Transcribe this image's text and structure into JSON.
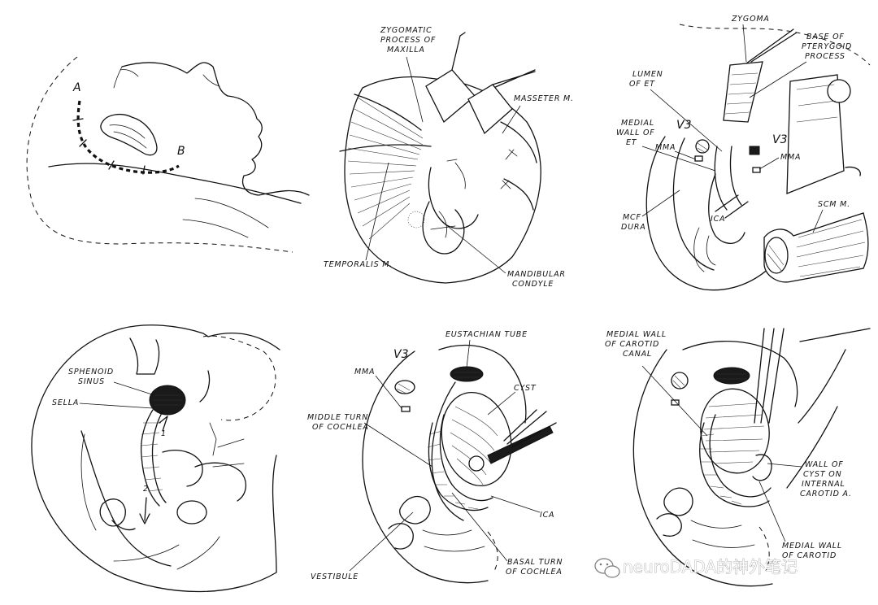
{
  "panels": [
    {
      "id": "p1",
      "labels": {
        "a": "A",
        "b": "B"
      }
    },
    {
      "id": "p2",
      "labels": {
        "zygomatic": [
          "ZYGOMATIC",
          "PROCESS OF",
          "MAXILLA"
        ],
        "masseter": [
          "MASSETER M."
        ],
        "temporalis": [
          "TEMPORALIS M."
        ],
        "mandibular": [
          "MANDIBULAR",
          "CONDYLE"
        ]
      }
    },
    {
      "id": "p3",
      "labels": {
        "zygoma": [
          "ZYGOMA"
        ],
        "base": [
          "BASE OF",
          "PTERYGOID",
          "PROCESS"
        ],
        "lumen": [
          "LUMEN",
          "OF ET"
        ],
        "medial": [
          "MEDIAL",
          "WALL OF",
          "ET"
        ],
        "v3a": [
          "V3"
        ],
        "mma_a": [
          "MMA"
        ],
        "v3b": [
          "V3"
        ],
        "mma_b": [
          "MMA"
        ],
        "mcf": [
          "MCF",
          "DURA"
        ],
        "ica": [
          "ICA"
        ],
        "scm": [
          "SCM M."
        ]
      }
    },
    {
      "id": "p4",
      "labels": {
        "sphenoid": [
          "SPHENOID",
          "SINUS"
        ],
        "sella": [
          "SELLA"
        ],
        "n1": [
          "1"
        ],
        "n2": [
          "2"
        ]
      }
    },
    {
      "id": "p5",
      "labels": {
        "eustachian": [
          "EUSTACHIAN TUBE"
        ],
        "v3": [
          "V3"
        ],
        "mma": [
          "MMA"
        ],
        "cyst": [
          "CYST"
        ],
        "middle": [
          "MIDDLE TURN",
          "OF COCHLEA"
        ],
        "ica": [
          "ICA"
        ],
        "vestibule": [
          "VESTIBULE"
        ],
        "basal": [
          "BASAL TURN",
          "OF COCHLEA"
        ]
      }
    },
    {
      "id": "p6",
      "labels": {
        "medialcanal": [
          "MEDIAL WALL",
          "OF CAROTID",
          "CANAL"
        ],
        "wallcyst": [
          "WALL OF",
          "CYST ON",
          "INTERNAL",
          "CAROTID A."
        ],
        "medialcarotid": [
          "MEDIAL WALL",
          "OF CAROTID"
        ]
      }
    }
  ],
  "watermark": {
    "text": "neuroDADA的神外笔记",
    "icon": "wechat-icon"
  }
}
